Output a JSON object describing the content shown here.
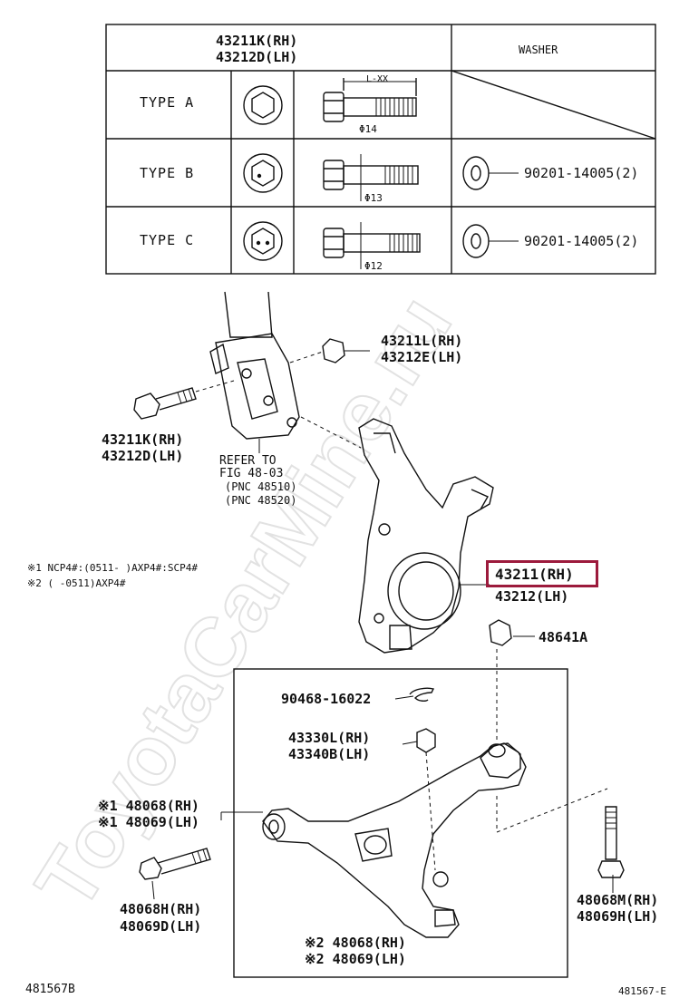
{
  "table": {
    "header_left_1": "43211K(RH)",
    "header_left_2": "43212D(LH)",
    "header_right": "WASHER",
    "rows": [
      {
        "type": "TYPE A",
        "dim_len": "L-XX",
        "dim_dia": "Φ14",
        "washer": ""
      },
      {
        "type": "TYPE B",
        "dim_dia": "Φ13",
        "washer": "90201-14005(2)"
      },
      {
        "type": "TYPE C",
        "dim_dia": "Φ12",
        "washer": "90201-14005(2)"
      }
    ]
  },
  "labels": {
    "bolt_nut_rh": "43211L(RH)",
    "bolt_nut_lh": "43212E(LH)",
    "bolt_rh": "43211K(RH)",
    "bolt_lh": "43212D(LH)",
    "refer_1": "REFER TO",
    "refer_2": "FIG 48-03",
    "refer_3": "(PNC 48510)",
    "refer_4": "(PNC 48520)",
    "note_1": "※1 NCP4#:(0511-    )AXP4#:SCP4#",
    "note_2": "※2 (    -0511)AXP4#",
    "knuckle_rh": "43211(RH)",
    "knuckle_lh": "43212(LH)",
    "nut": "48641A",
    "pin": "90468-16022",
    "ball_nut_rh": "43330L(RH)",
    "ball_nut_lh": "43340B(LH)",
    "arm_rh": "※1 48068(RH)",
    "arm_lh": "※1 48069(LH)",
    "bolt_front_rh": "48068H(RH)",
    "bolt_front_lh": "48069D(LH)",
    "arm2_rh": "※2 48068(RH)",
    "arm2_lh": "※2 48069(LH)",
    "bolt_rear_rh": "48068M(RH)",
    "bolt_rear_lh": "48069H(LH)",
    "fig_left": "481567B",
    "fig_right": "481567-E"
  },
  "watermark": "ToyotaCarMine.ru",
  "colors": {
    "highlight": "#9c1a3c",
    "line": "#111111",
    "watermark": "#e6e6e6"
  }
}
